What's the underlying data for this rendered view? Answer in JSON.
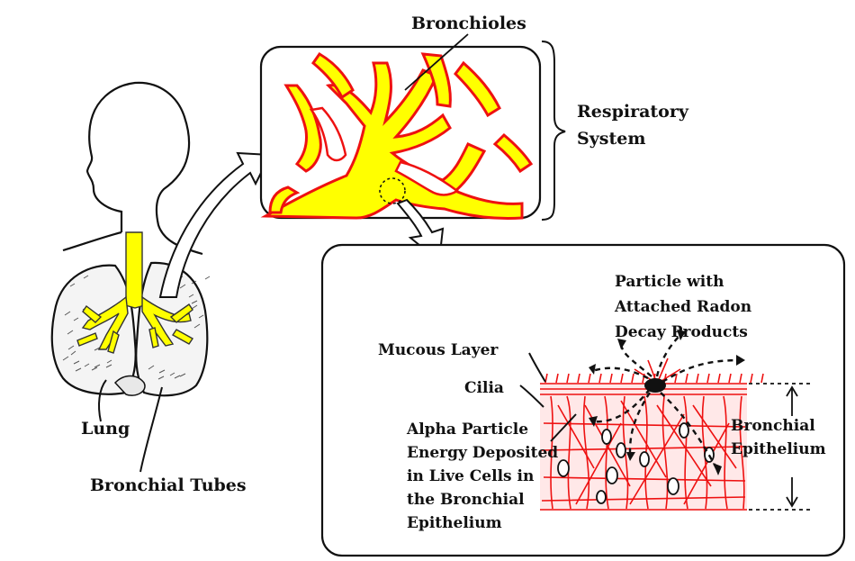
{
  "labels": {
    "bronchioles": "Bronchioles",
    "respiratory_system_line1": "Respiratory",
    "respiratory_system_line2": "System",
    "lung": "Lung",
    "bronchial_tubes": "Bronchial Tubes",
    "particle_line1": "Particle with",
    "particle_line2": "Attached Radon",
    "particle_line3": "Decay Products",
    "mucous_layer": "Mucous Layer",
    "cilia": "Cilia",
    "alpha_line1": "Alpha Particle",
    "alpha_line2": "Energy Deposited",
    "alpha_line3": "in Live Cells in",
    "alpha_line4": "the Bronchial",
    "alpha_line5": "Epithelium",
    "epithelium_line1": "Bronchial",
    "epithelium_line2": "Epithelium"
  },
  "colors": {
    "airway_fill": "#ffff00",
    "tissue_red": "#ee1111",
    "ink": "#111111",
    "background": "#ffffff"
  }
}
